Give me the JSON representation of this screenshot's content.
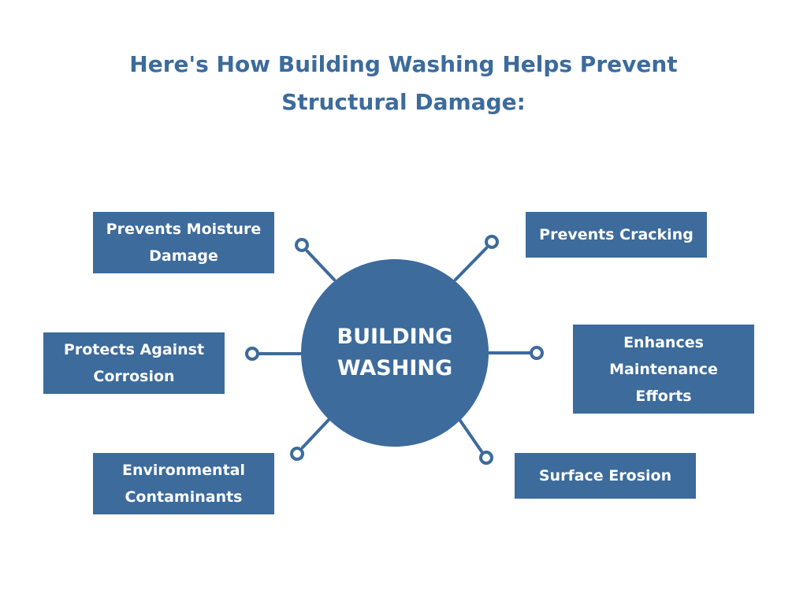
{
  "title": {
    "line1": "Here's How Building Washing Helps Prevent",
    "line2": "Structural Damage:"
  },
  "hub": {
    "line1": "BUILDING",
    "line2": "WASHING"
  },
  "nodes": {
    "moisture": {
      "line1": "Prevents Moisture",
      "line2": "Damage"
    },
    "cracking": {
      "line1": "Prevents Cracking"
    },
    "corrosion": {
      "line1": "Protects Against",
      "line2": "Corrosion"
    },
    "maintenance": {
      "line1": "Enhances",
      "line2": "Maintenance",
      "line3": "Efforts"
    },
    "contaminants": {
      "line1": "Environmental",
      "line2": "Contaminants"
    },
    "erosion": {
      "line1": "Surface Erosion"
    }
  },
  "colors": {
    "primary": "#3c6b9c",
    "text_on_primary": "#ffffff",
    "background": "#ffffff"
  }
}
